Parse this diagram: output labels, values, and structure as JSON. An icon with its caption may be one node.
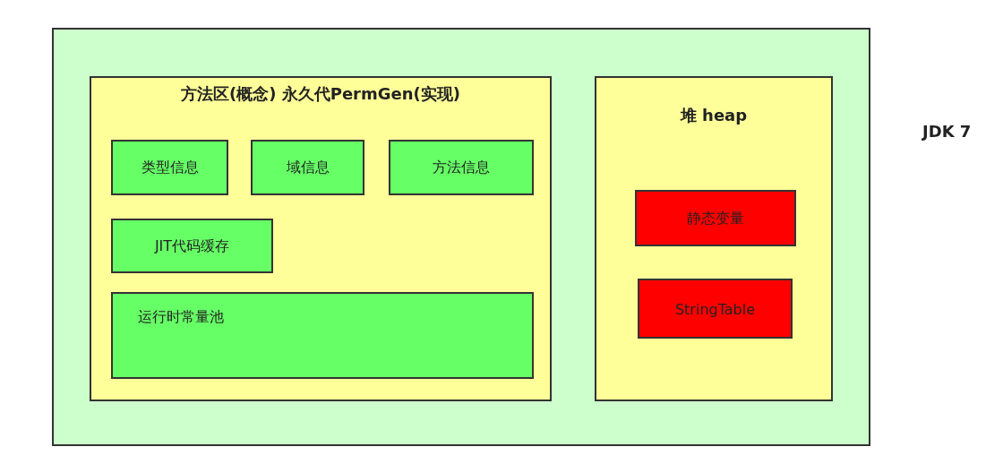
{
  "diagram": {
    "nodes": [
      {
        "text": [],
        "shape": "box"
      },
      {
        "text": [
          "方法区(概念) 永久代PermGen(实现)"
        ],
        "in": 0
      },
      {
        "text": [
          "类型信息"
        ],
        "in": 1
      },
      {
        "text": [
          "域信息"
        ],
        "in": 1
      },
      {
        "text": [
          "方法信息"
        ],
        "in": 1
      },
      {
        "text": [
          "JIT代码缓存"
        ],
        "in": 1
      },
      {
        "text": [
          "运行时常量池"
        ],
        "in": 1
      },
      {
        "text": [
          "堆 heap"
        ],
        "in": 0
      },
      {
        "text": [
          "静态变量"
        ],
        "in": 7
      },
      {
        "text": [
          "StringTable"
        ],
        "in": 7
      }
    ],
    "edges": [],
    "labels": [
      "JDK 7"
    ]
  }
}
